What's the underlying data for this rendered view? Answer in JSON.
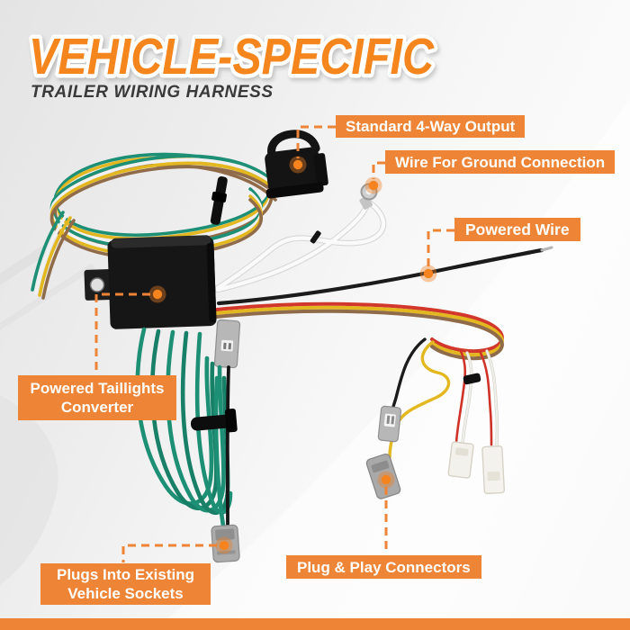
{
  "header": {
    "title": "VEHICLE-SPECIFIC",
    "subtitle": "TRAILER WIRING HARNESS"
  },
  "callouts": {
    "standard_output": "Standard 4-Way Output",
    "ground_connection": "Wire For Ground Connection",
    "powered_wire": "Powered Wire",
    "converter": {
      "line1": "Powered Taillights",
      "line2": "Converter"
    },
    "vehicle_sockets": {
      "line1": "Plugs Into Existing",
      "line2": "Vehicle Sockets"
    },
    "plug_play": "Plug & Play Connectors"
  },
  "palette": {
    "accent_orange": "#EE8435",
    "title_orange": "#F5861E",
    "subtitle_color": "#3A3A3A",
    "footer_bar": "#EE8435",
    "background_left": "#E4E4E4",
    "background_right": "#FBFBFB",
    "wire_green": "#1C8F74",
    "wire_yellow": "#E3B71F",
    "wire_brown": "#8F6B4A",
    "wire_white": "#F1F1F1",
    "wire_red": "#D2372B",
    "wire_black": "#1B1B1B",
    "connector_gray": "#B7B7B7",
    "connector_white": "#F3F1EC"
  }
}
